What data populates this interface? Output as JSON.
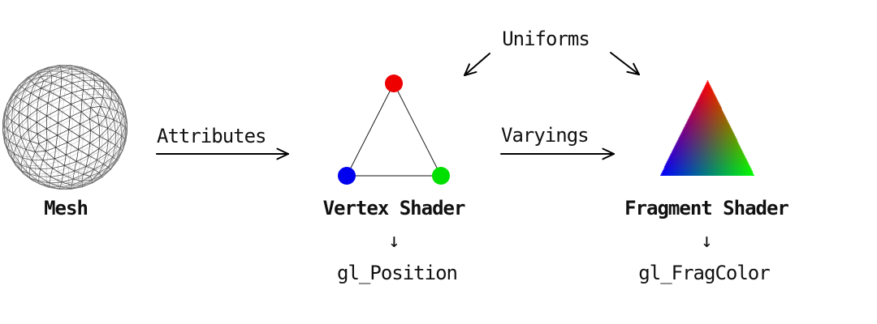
{
  "nodes": {
    "mesh": {
      "label": "Mesh"
    },
    "vertex_shader": {
      "label": "Vertex Shader",
      "down_arrow": "↓",
      "output": "gl_Position"
    },
    "fragment_shader": {
      "label": "Fragment Shader",
      "down_arrow": "↓",
      "output": "gl_FragColor"
    },
    "uniforms": {
      "label": "Uniforms"
    }
  },
  "edges": {
    "attributes": {
      "label": "Attributes"
    },
    "varyings": {
      "label": "Varyings"
    }
  },
  "colors": {
    "text": "#111111",
    "arrow": "#000000",
    "vertex_top_dot": "#ee0000",
    "vertex_bottom_left_dot": "#0000ee",
    "vertex_bottom_right_dot": "#00e000",
    "triangle_side_edge": "#1a1a1a",
    "triangle_base_edge": "#888888",
    "gradient_top": "#ff0000",
    "gradient_bottom_left": "#0000ff",
    "gradient_bottom_right": "#00ff00",
    "wire_front": "#212121",
    "wire_back": "#cdcdcd"
  }
}
